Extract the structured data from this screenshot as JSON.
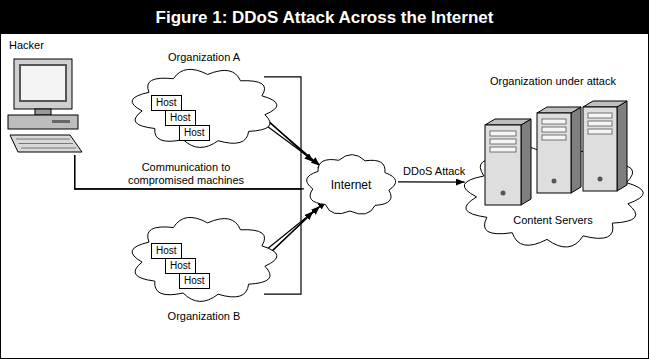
{
  "diagram": {
    "title": "Figure 1: DDoS Attack Across the Internet",
    "nodes": [
      {
        "text": [
          "Hacker"
        ]
      },
      {
        "text": [
          "Organization A"
        ]
      },
      {
        "text": [
          "Host"
        ],
        "in": 1
      },
      {
        "text": [
          "Host"
        ],
        "in": 1
      },
      {
        "text": [
          "Host"
        ],
        "in": 1
      },
      {
        "text": [
          "Organization B"
        ]
      },
      {
        "text": [
          "Host"
        ],
        "in": 5
      },
      {
        "text": [
          "Host"
        ],
        "in": 5
      },
      {
        "text": [
          "Host"
        ],
        "in": 5
      },
      {
        "text": [
          "Internet"
        ]
      },
      {
        "text": [
          "Organization under attack",
          "Content Servers"
        ]
      }
    ],
    "edges": [
      {
        "from": 0,
        "to": 9,
        "arrow": "none",
        "label": "Communication to compromised machines"
      },
      {
        "from": 1,
        "to": 9,
        "arrow": "to"
      },
      {
        "from": 1,
        "to": 9,
        "arrow": "to"
      },
      {
        "from": 1,
        "to": 9,
        "arrow": "to"
      },
      {
        "from": 5,
        "to": 9,
        "arrow": "to"
      },
      {
        "from": 5,
        "to": 9,
        "arrow": "to"
      },
      {
        "from": 5,
        "to": 9,
        "arrow": "to"
      },
      {
        "from": 0,
        "to": 1,
        "arrow": "none"
      },
      {
        "from": 0,
        "to": 5,
        "arrow": "none"
      },
      {
        "from": 9,
        "to": 10,
        "arrow": "to",
        "label": "DDoS Attack"
      }
    ]
  }
}
